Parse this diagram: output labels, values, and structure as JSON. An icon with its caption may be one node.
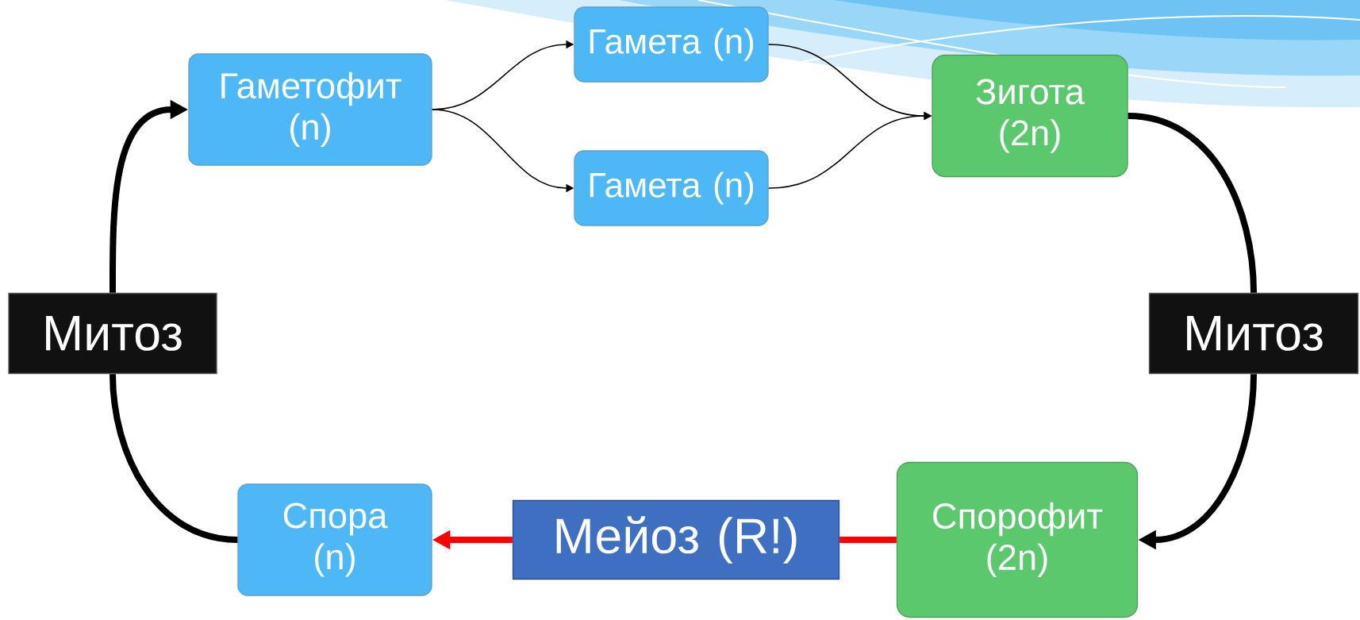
{
  "diagram": {
    "nodes": [
      {
        "text": [
          "Гаметофит (n)"
        ]
      },
      {
        "text": [
          "Гамета (n)"
        ]
      },
      {
        "text": [
          "Гамета (n)"
        ]
      },
      {
        "text": [
          "Зигота (2n)"
        ]
      },
      {
        "text": [
          "Митоз"
        ]
      },
      {
        "text": [
          "Митоз"
        ]
      },
      {
        "text": [
          "Спора (n)"
        ]
      },
      {
        "text": [
          "Мейоз (R!)"
        ]
      },
      {
        "text": [
          "Спорофит (2n)"
        ]
      }
    ],
    "edges": [
      {
        "from": 0,
        "to": 1,
        "arrow": "to"
      },
      {
        "from": 0,
        "to": 2,
        "arrow": "to"
      },
      {
        "from": 1,
        "to": 3,
        "arrow": "to"
      },
      {
        "from": 2,
        "to": 3,
        "arrow": "to"
      },
      {
        "from": 3,
        "to": 5,
        "arrow": "none"
      },
      {
        "from": 5,
        "to": 8,
        "arrow": "to"
      },
      {
        "from": 8,
        "to": 7,
        "arrow": "none",
        "color": "#ff0000"
      },
      {
        "from": 7,
        "to": 6,
        "arrow": "to",
        "color": "#ff0000"
      },
      {
        "from": 6,
        "to": 4,
        "arrow": "none"
      },
      {
        "from": 4,
        "to": 0,
        "arrow": "to"
      }
    ]
  }
}
